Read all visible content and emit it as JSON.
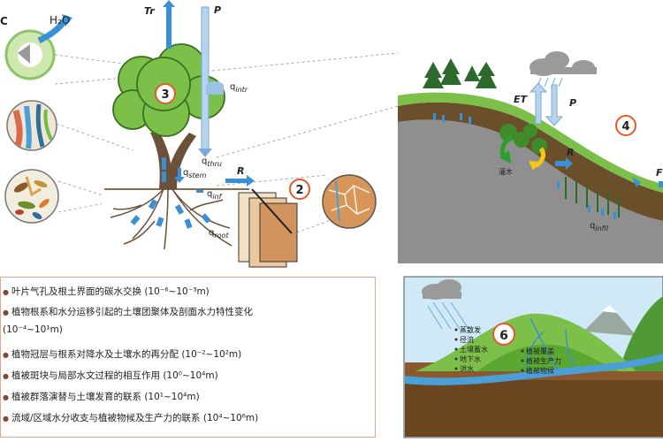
{
  "labels": {
    "co2_fragment": "C",
    "h2o": "H₂O",
    "tr": "Tr",
    "p_top": "P",
    "q_intr_main": "q",
    "q_intr_sub": "intr",
    "q_thru_main": "q",
    "q_thru_sub": "thru",
    "q_stem_main": "q",
    "q_stem_sub": "stem",
    "r_tree": "R",
    "q_inf_main": "q",
    "q_inf_sub": "inf",
    "q_root_main": "q",
    "q_root_sub": "root",
    "et": "ET",
    "p_hill": "P",
    "r_hill": "R",
    "q_infil_main": "q",
    "q_infil_sub": "infil",
    "hill_cn": "灌木",
    "f_fragment": "F"
  },
  "badges": {
    "b2": "2",
    "b3": "3",
    "b4": "4",
    "b6": "6"
  },
  "basin_labels": [
    "蒸散发",
    "径流",
    "土壤蓄水",
    "地下水",
    "洪水"
  ],
  "basin_labels_right": [
    "植被覆盖",
    "植被生产力",
    "植被物候"
  ],
  "legend": [
    {
      "bullet": "",
      "text": "叶片气孔及根土界面的碳水交换 (10⁻⁶~10⁻³m)"
    },
    {
      "bullet": "",
      "text": "植物根系和水分运移引起的土壤团聚体及剖面水力特性变化"
    },
    {
      "bullet": "",
      "text": "(10⁻⁴~10¹m)"
    },
    {
      "bullet": "",
      "text": "植物冠层与根系对降水及土壤水的再分配 (10⁻²~10²m)"
    },
    {
      "bullet": "",
      "text": "植被斑块与局部水文过程的相互作用 (10⁰~10⁴m)"
    },
    {
      "bullet": "",
      "text": "植被群落演替与土壤发育的联系 (10¹~10⁴m)"
    },
    {
      "bullet": "",
      "text": "流域/区域水分收支与植被物候及生产力的联系 (10⁴~10⁶m)"
    }
  ],
  "colors": {
    "tree_green": "#6fbe44",
    "hill_green": "#5aa832",
    "water_blue": "#9cc3e6",
    "badge_red": "#e35a2a",
    "legend_border": "#e7a78f",
    "legend_bullet": "#7b4a3a"
  }
}
